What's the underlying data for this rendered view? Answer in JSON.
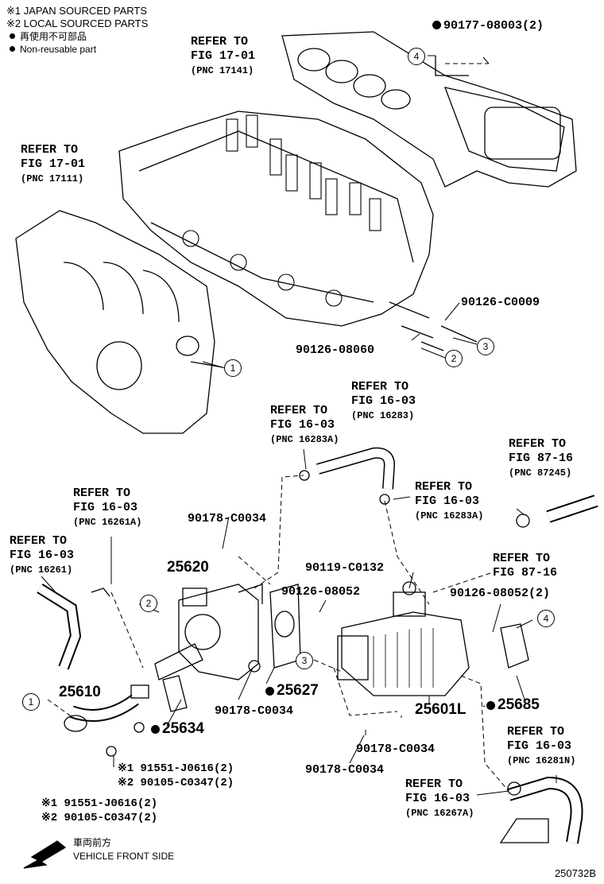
{
  "legend": {
    "japan_sourced": "※1 JAPAN SOURCED PARTS",
    "local_sourced": "※2 LOCAL SOURCED PARTS",
    "nonreusable_jp": "再使用不可部品",
    "nonreusable_en": "Non-reusable part"
  },
  "refs": [
    {
      "l1": "REFER TO",
      "l2": "FIG 17-01",
      "l3": "(PNC 17141)"
    },
    {
      "l1": "REFER TO",
      "l2": "FIG 17-01",
      "l3": "(PNC 17111)"
    },
    {
      "l1": "REFER TO",
      "l2": "FIG 16-03",
      "l3": "(PNC 16283)"
    },
    {
      "l1": "REFER TO",
      "l2": "FIG 16-03",
      "l3": "(PNC 16283A)"
    },
    {
      "l1": "REFER TO",
      "l2": "FIG 87-16",
      "l3": "(PNC 87245)"
    },
    {
      "l1": "REFER TO",
      "l2": "FIG 16-03",
      "l3": "(PNC 16283A)"
    },
    {
      "l1": "REFER TO",
      "l2": "FIG 16-03",
      "l3": "(PNC 16261A)"
    },
    {
      "l1": "REFER TO",
      "l2": "FIG 16-03",
      "l3": "(PNC 16261)"
    },
    {
      "l1": "REFER TO",
      "l2": "FIG 87-16",
      "l3": ""
    },
    {
      "l1": "REFER TO",
      "l2": "FIG 16-03",
      "l3": "(PNC 16281N)"
    },
    {
      "l1": "REFER TO",
      "l2": "FIG 16-03",
      "l3": "(PNC 16267A)"
    }
  ],
  "parts": {
    "p90177": "90177-08003(2)",
    "p90126_c0009": "90126-C0009",
    "p90126_08060": "90126-08060",
    "p90178_top": "90178-C0034",
    "p25620": "25620",
    "p90119": "90119-C0132",
    "p90126_08052": "90126-08052",
    "p90126_08052_2": "90126-08052(2)",
    "p25610": "25610",
    "p25634": "25634",
    "p25627": "25627",
    "p90178_mid": "90178-C0034",
    "p25601L": "25601L",
    "p25685": "25685",
    "p90178_right": "90178-C0034",
    "p90178_bottom": "90178-C0034",
    "m1_a": "※1 91551-J0616(2)",
    "m2_a": "※2 90105-C0347(2)",
    "m1_b": "※1 91551-J0616(2)",
    "m2_b": "※2 90105-C0347(2)"
  },
  "callouts": [
    "1",
    "2",
    "3",
    "4"
  ],
  "front": {
    "jp": "車両前方",
    "en": "VEHICLE FRONT SIDE"
  },
  "diagram_code": "250732B"
}
